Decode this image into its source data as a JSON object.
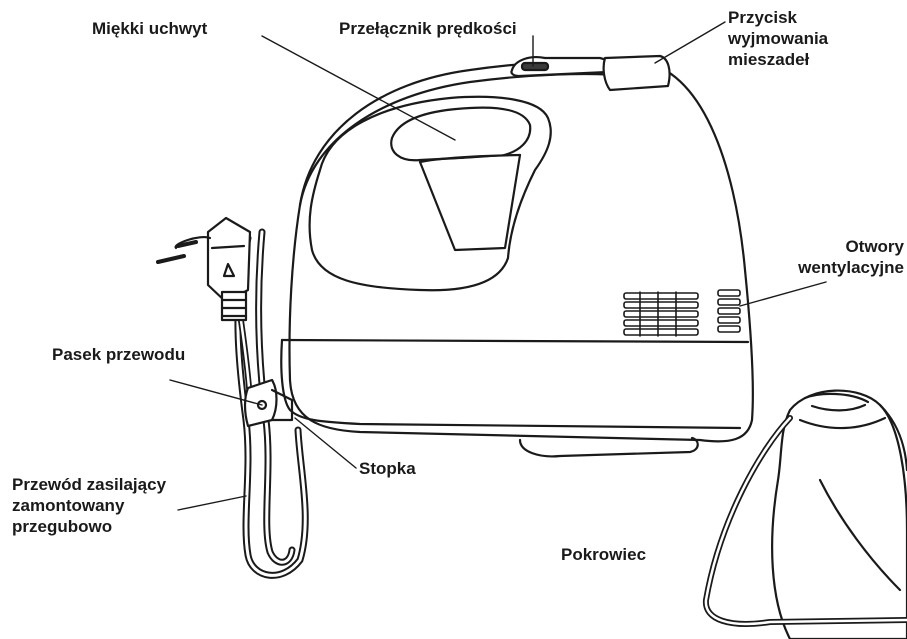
{
  "labels": {
    "soft_grip": "Miękki uchwyt",
    "speed_switch": "Przełącznik prędkości",
    "beater_eject": [
      "Przycisk",
      "wyjmowania",
      "mieszadeł"
    ],
    "vents": [
      "Otwory",
      "wentylacyjne"
    ],
    "cord_strap": "Pasek przewodu",
    "heel_rest": "Stopka",
    "power_cord": [
      "Przewód zasilający",
      "zamontowany",
      "przegubowo"
    ],
    "storage_bag": "Pokrowiec"
  },
  "colors": {
    "ink": "#1a1a1a",
    "background": "#ffffff",
    "shade": "#3a3a3a"
  }
}
